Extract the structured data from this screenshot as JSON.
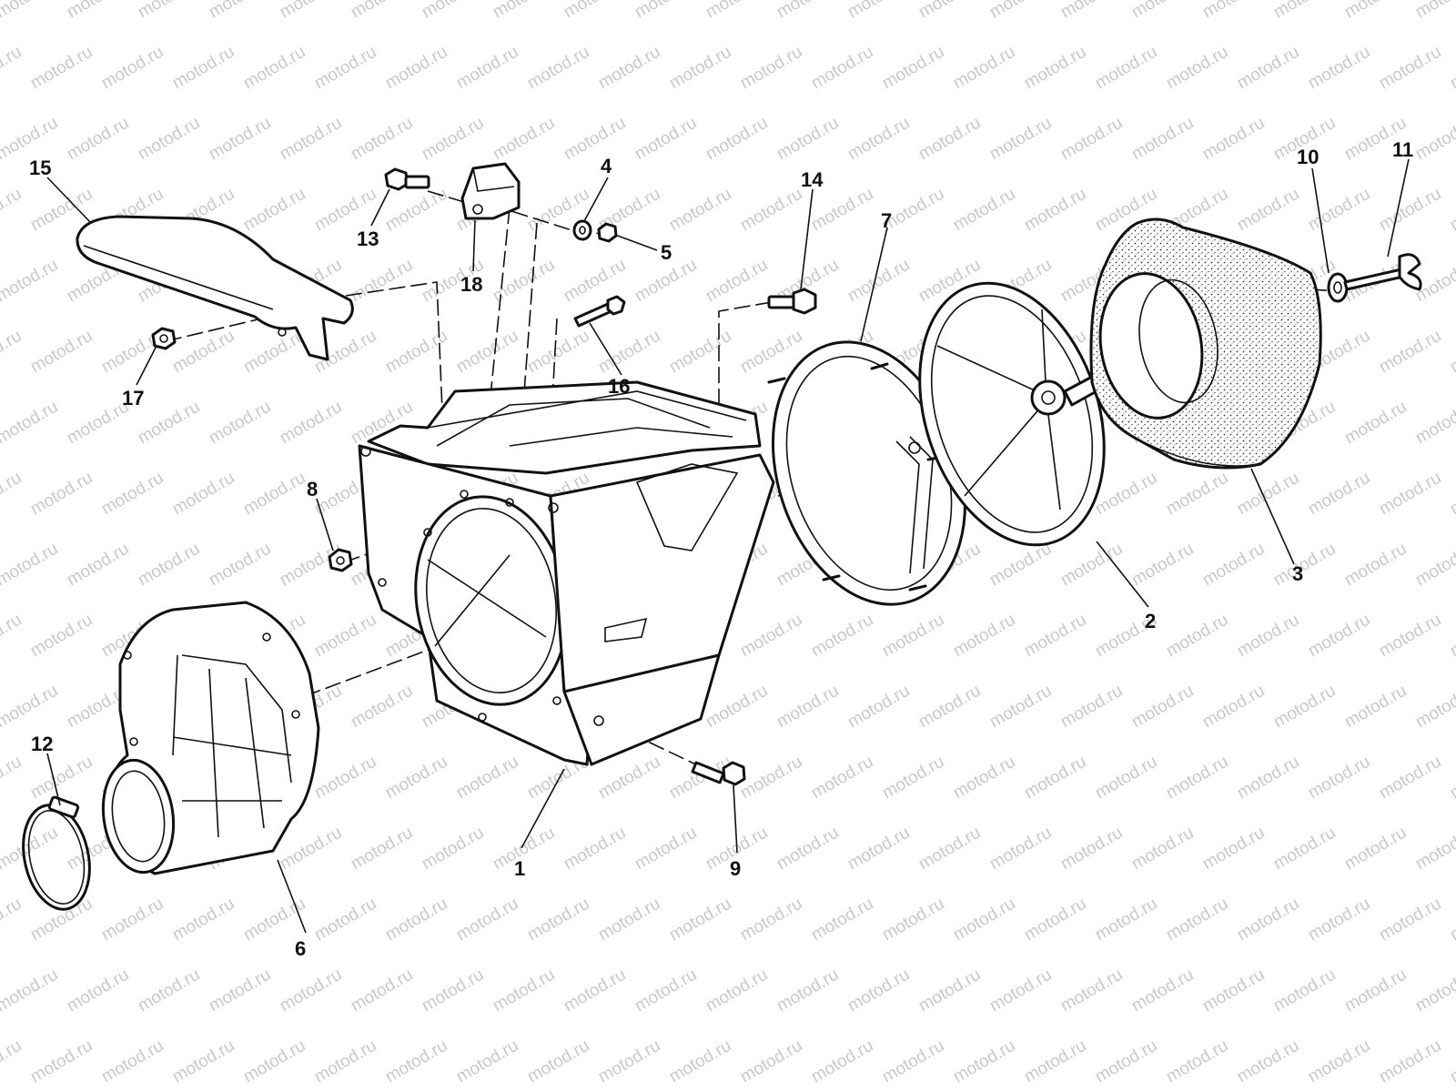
{
  "watermark": {
    "text": "motod.ru"
  },
  "callouts": [
    {
      "id": "1",
      "label": "1"
    },
    {
      "id": "2",
      "label": "2"
    },
    {
      "id": "3",
      "label": "3"
    },
    {
      "id": "4",
      "label": "4"
    },
    {
      "id": "5",
      "label": "5"
    },
    {
      "id": "6",
      "label": "6"
    },
    {
      "id": "7",
      "label": "7"
    },
    {
      "id": "8",
      "label": "8"
    },
    {
      "id": "9",
      "label": "9"
    },
    {
      "id": "10",
      "label": "10"
    },
    {
      "id": "11",
      "label": "11"
    },
    {
      "id": "12",
      "label": "12"
    },
    {
      "id": "13",
      "label": "13"
    },
    {
      "id": "14",
      "label": "14"
    },
    {
      "id": "15",
      "label": "15"
    },
    {
      "id": "16",
      "label": "16"
    },
    {
      "id": "17",
      "label": "17"
    },
    {
      "id": "18",
      "label": "18"
    }
  ],
  "colors": {
    "line": "#111111",
    "watermark": "#c9c9c9",
    "foam": "#cfcfcf",
    "background": "#ffffff"
  }
}
